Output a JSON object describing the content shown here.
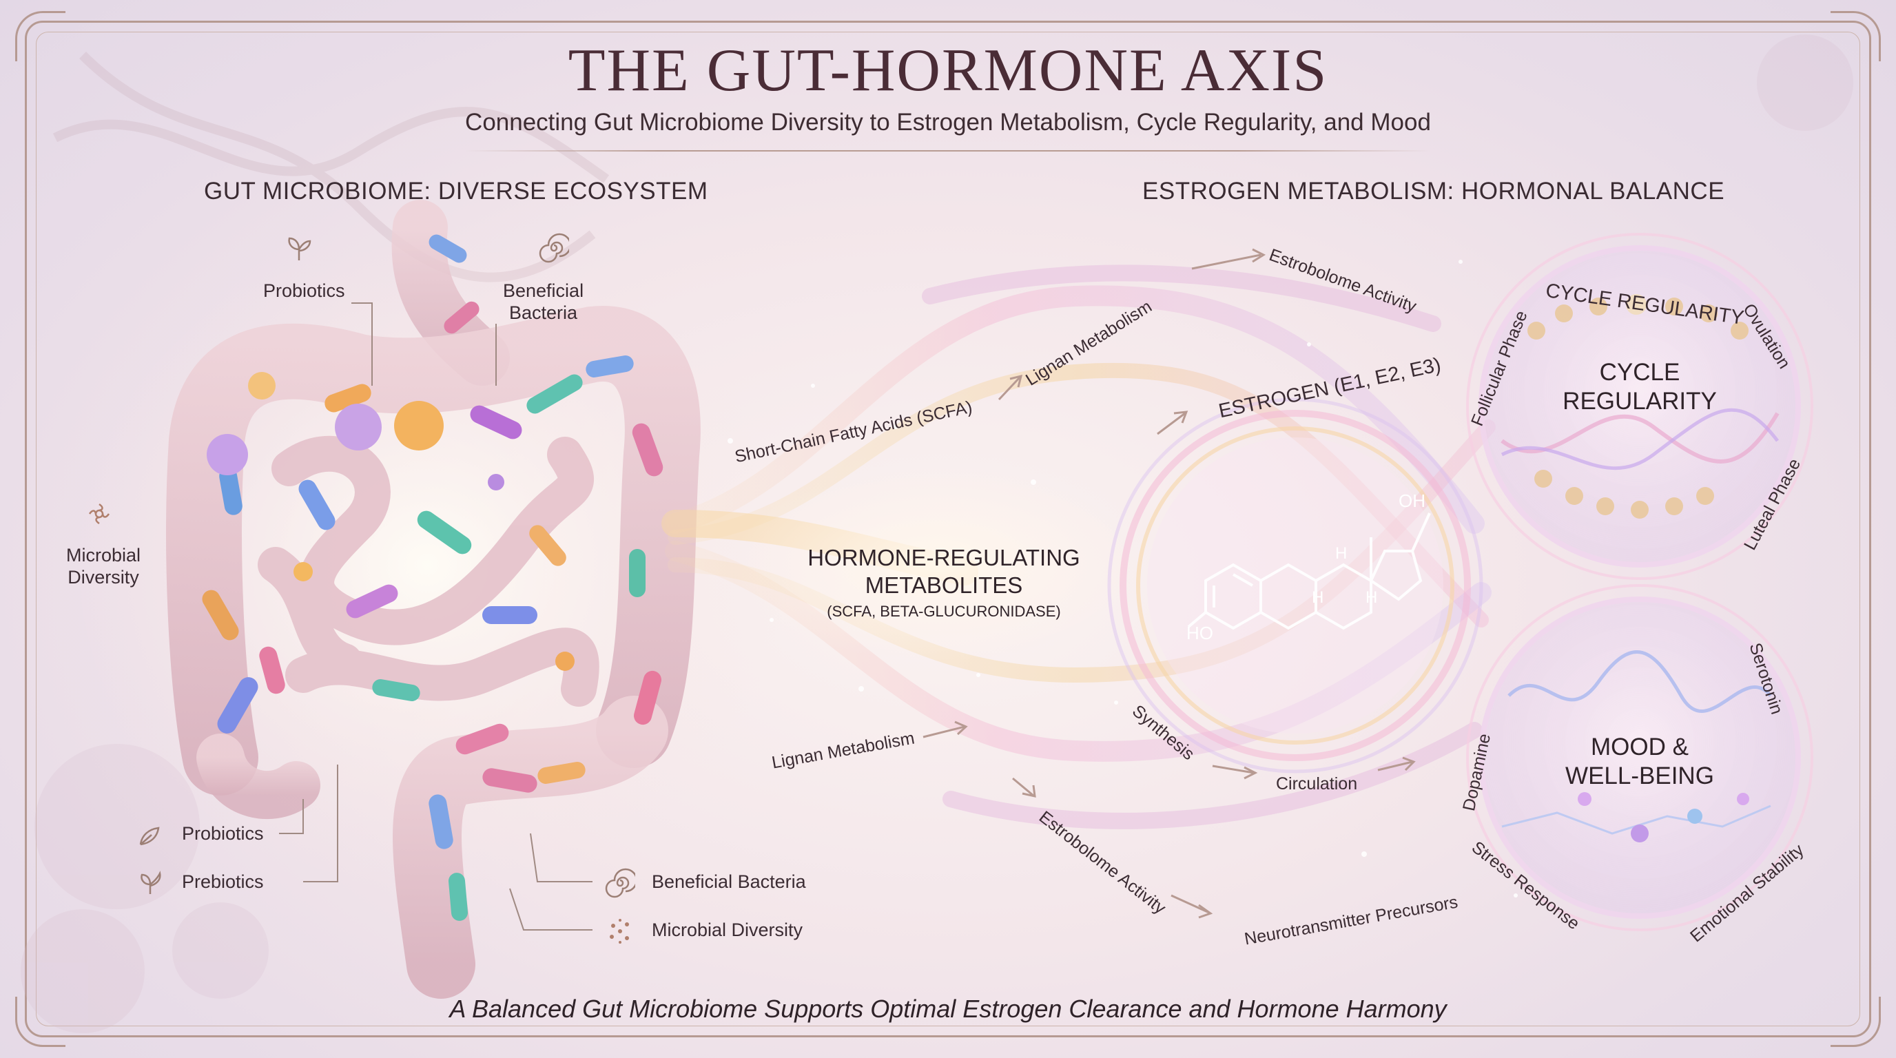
{
  "header": {
    "title": "THE GUT-HORMONE AXIS",
    "subtitle": "Connecting Gut Microbiome Diversity to Estrogen Metabolism, Cycle Regularity, and Mood"
  },
  "sections": {
    "left": "GUT MICROBIOME: DIVERSE ECOSYSTEM",
    "right": "ESTROGEN METABOLISM: HORMONAL BALANCE"
  },
  "gut_labels": {
    "probiotics_top": "Probiotics",
    "beneficial_top": "Beneficial\nBacteria",
    "microbial_left": "Microbial\nDiversity",
    "probiotics_bottom": "Probiotics",
    "prebiotics_bottom": "Prebiotics",
    "beneficial_bottom": "Beneficial Bacteria",
    "microbial_bottom": "Microbial Diversity"
  },
  "pathway_labels": {
    "scfa": "Short-Chain Fatty Acids (SCFA)",
    "lignan_top": "Lignan Metabolism",
    "estrobolome_top": "Estrobolome Activity",
    "estrogen": "ESTROGEN (E1, E2, E3)",
    "lignan_bottom": "Lignan Metabolism",
    "estrobolome_bottom": "Estrobolome Activity",
    "synthesis": "Synthesis",
    "circulation": "Circulation",
    "neurotransmitter": "Neurotransmitter Precursors"
  },
  "center": {
    "heading": "HORMONE-REGULATING\nMETABOLITES",
    "sub": "(SCFA, BETA-GLUCURONIDASE)"
  },
  "molecule": {
    "oh_top": "OH",
    "ho_left": "HO",
    "h1": "H",
    "h2": "H",
    "h3": "H"
  },
  "cycle": {
    "arc_title": "CYCLE REGULARITY",
    "title": "CYCLE\nREGULARITY",
    "follicular": "Follicular Phase",
    "ovulation": "Ovulation",
    "luteal": "Luteal Phase"
  },
  "mood": {
    "title": "MOOD &\nWELL-BEING",
    "serotonin": "Serotonin",
    "dopamine": "Dopamine",
    "stress": "Stress Response",
    "emotional": "Emotional Stability"
  },
  "footer": "A Balanced Gut Microbiome Supports Optimal Estrogen Clearance and Hormone Harmony",
  "colors": {
    "frame": "#b69a92",
    "title": "#4a2c36",
    "stream_pink": "#f2b3d2",
    "stream_gold": "#f3cf8e",
    "stream_lilac": "#c9b3e8",
    "gut_tissue": "#e6c3cc"
  },
  "icons": [
    "sprout-icon",
    "spiral-icon",
    "flower-swirl-icon",
    "dots-cluster-icon"
  ]
}
